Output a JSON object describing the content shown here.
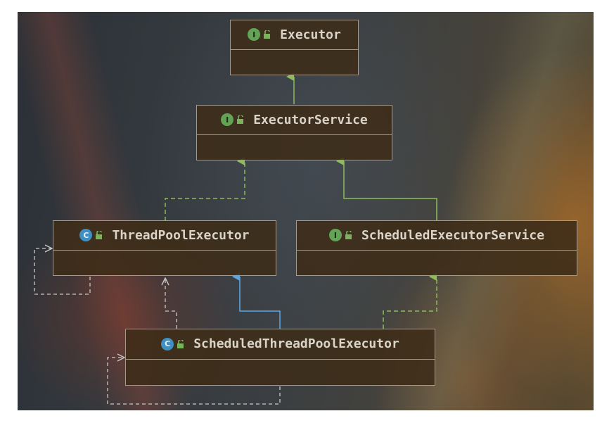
{
  "diagram": {
    "nodes": [
      {
        "id": "executor",
        "kind": "interface",
        "badge": "I",
        "name": "Executor"
      },
      {
        "id": "executor-service",
        "kind": "interface",
        "badge": "I",
        "name": "ExecutorService"
      },
      {
        "id": "thread-pool-executor",
        "kind": "class",
        "badge": "C",
        "name": "ThreadPoolExecutor"
      },
      {
        "id": "scheduled-executor-service",
        "kind": "interface",
        "badge": "I",
        "name": "ScheduledExecutorService"
      },
      {
        "id": "scheduled-thread-pool-executor",
        "kind": "class",
        "badge": "C",
        "name": "ScheduledThreadPoolExecutor"
      }
    ],
    "edges": [
      {
        "from": "executor-service",
        "to": "executor",
        "type": "extends-interface",
        "color": "#8dbb5e"
      },
      {
        "from": "thread-pool-executor",
        "to": "executor-service",
        "type": "implements",
        "color": "#8dbb5e"
      },
      {
        "from": "scheduled-executor-service",
        "to": "executor-service",
        "type": "extends-interface",
        "color": "#8dbb5e"
      },
      {
        "from": "scheduled-thread-pool-executor",
        "to": "thread-pool-executor",
        "type": "extends-class",
        "color": "#5ea6e0"
      },
      {
        "from": "scheduled-thread-pool-executor",
        "to": "scheduled-executor-service",
        "type": "implements",
        "color": "#8dbb5e"
      },
      {
        "from": "thread-pool-executor",
        "to": "thread-pool-executor",
        "type": "self-dependency",
        "color": "#c8c8c8"
      },
      {
        "from": "scheduled-thread-pool-executor",
        "to": "thread-pool-executor",
        "type": "dependency",
        "color": "#c8c8c8"
      },
      {
        "from": "scheduled-thread-pool-executor",
        "to": "scheduled-thread-pool-executor",
        "type": "self-dependency",
        "color": "#c8c8c8"
      }
    ],
    "colors": {
      "interface_badge": "#62a355",
      "class_badge": "#3f8fc2",
      "node_fill": "#3e2c18",
      "node_border": "#a99a87",
      "label_text": "#d9d3c8",
      "inheritance_green": "#8dbb5e",
      "inheritance_blue": "#5ea6e0",
      "dependency_gray": "#c8c8c8"
    }
  }
}
